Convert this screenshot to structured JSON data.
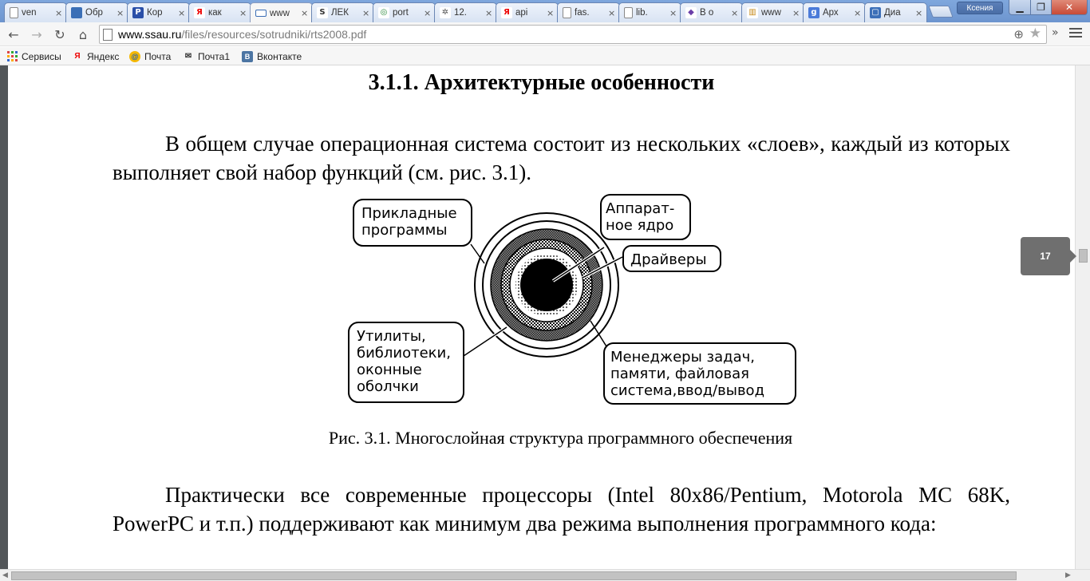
{
  "tabs": [
    {
      "title": "ven",
      "icon": "document-icon",
      "color": "#ffffff"
    },
    {
      "title": "Обр",
      "icon": "film-icon",
      "color": "#3b6fb6"
    },
    {
      "title": "Кор",
      "icon": "p-icon",
      "color": "#2a4fa8"
    },
    {
      "title": "как",
      "icon": "yandex-icon",
      "color": "#ffffff"
    },
    {
      "title": "www",
      "icon": "pdf-tab-icon",
      "color": "#ffffff",
      "active": true
    },
    {
      "title": "ЛЕК",
      "icon": "s-icon",
      "color": "#ffffff"
    },
    {
      "title": "port",
      "icon": "globe-icon",
      "color": "#ffffff"
    },
    {
      "title": "12.",
      "icon": "leaf-icon",
      "color": "#ffffff"
    },
    {
      "title": "api",
      "icon": "yandex-icon",
      "color": "#ffffff"
    },
    {
      "title": "fas.",
      "icon": "document-icon",
      "color": "#ffffff"
    },
    {
      "title": "lib.",
      "icon": "document-icon",
      "color": "#ffffff"
    },
    {
      "title": "В о",
      "icon": "diamond-icon",
      "color": "#ffffff"
    },
    {
      "title": "www",
      "icon": "chart-icon",
      "color": "#ffffff"
    },
    {
      "title": "Арх",
      "icon": "g-icon",
      "color": "#4b7bd9"
    },
    {
      "title": "Диа",
      "icon": "chat-icon",
      "color": "#3c6fb8"
    }
  ],
  "profile_name": "Ксения",
  "url": {
    "host": "www.ssau.ru",
    "path": "/files/resources/sotrudniki/rts2008.pdf"
  },
  "bookmarks": [
    {
      "label": "Сервисы",
      "icon": "apps-grid-icon"
    },
    {
      "label": "Яндекс",
      "icon": "yandex-icon"
    },
    {
      "label": "Почта",
      "icon": "mail-icon"
    },
    {
      "label": "Почта1",
      "icon": "envelope-icon"
    },
    {
      "label": "Вконтакте",
      "icon": "vk-icon"
    }
  ],
  "document": {
    "heading": "3.1.1. Архитектурные особенности",
    "paragraph1": "В общем случае операционная система состоит из нескольких «слоев», каждый из которых выполняет свой набор функций (см. рис. 3.1).",
    "figure_labels": {
      "applied": [
        "Прикладные",
        "программы"
      ],
      "kernel": [
        "Аппарат-",
        "ное ядро"
      ],
      "drivers": [
        "Драйверы"
      ],
      "utilities": [
        "Утилиты,",
        "библиотеки,",
        "оконные",
        "оболчки"
      ],
      "managers": [
        "Менеджеры задач,",
        "памяти, файловая",
        "система,ввод/вывод"
      ]
    },
    "caption": "Рис. 3.1. Многослойная структура программного обеспечения",
    "paragraph2": "Практически все современные процессоры (Intel 80x86/Pentium, Motorola MC 68K, PowerPC и т.п.) поддерживают как минимум два режима выполнения программного кода:"
  },
  "page_number": "17"
}
